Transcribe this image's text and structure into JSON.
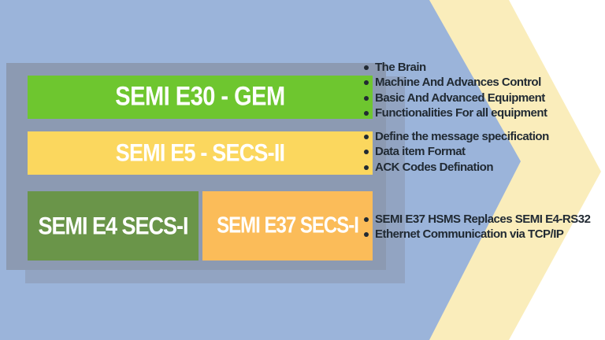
{
  "colors": {
    "background": "#FFFFFF",
    "blue_arrow": "#9BB4DA",
    "cream_arrow": "#FAEDBB",
    "panel": "#8C9AB2",
    "panel_shadow": "rgba(140,154,178,0.6)",
    "green": "#6EC62F",
    "yellow": "#FBD75E",
    "olive": "#6A9549",
    "orange": "#FBBC59",
    "label_text": "#FFFFFF",
    "bullet_text": "#212A33"
  },
  "boxes": [
    {
      "label": "SEMI E30 - GEM"
    },
    {
      "label": "SEMI E5 - SECS-II"
    },
    {
      "label": "SEMI E4 SECS-I"
    },
    {
      "label": "SEMI E37 SECS-I"
    }
  ],
  "bullet_groups": [
    {
      "items": [
        "The Brain",
        "Machine And Advances Control",
        "Basic And Advanced Equipment",
        "Functionalities For all equipment"
      ]
    },
    {
      "items": [
        "Define the message specification",
        "Data item Format",
        "ACK Codes Defination"
      ]
    },
    {
      "items": [
        "SEMI E37 HSMS Replaces SEMI E4-RS32",
        "Ethernet Communication via TCP/IP"
      ]
    }
  ]
}
